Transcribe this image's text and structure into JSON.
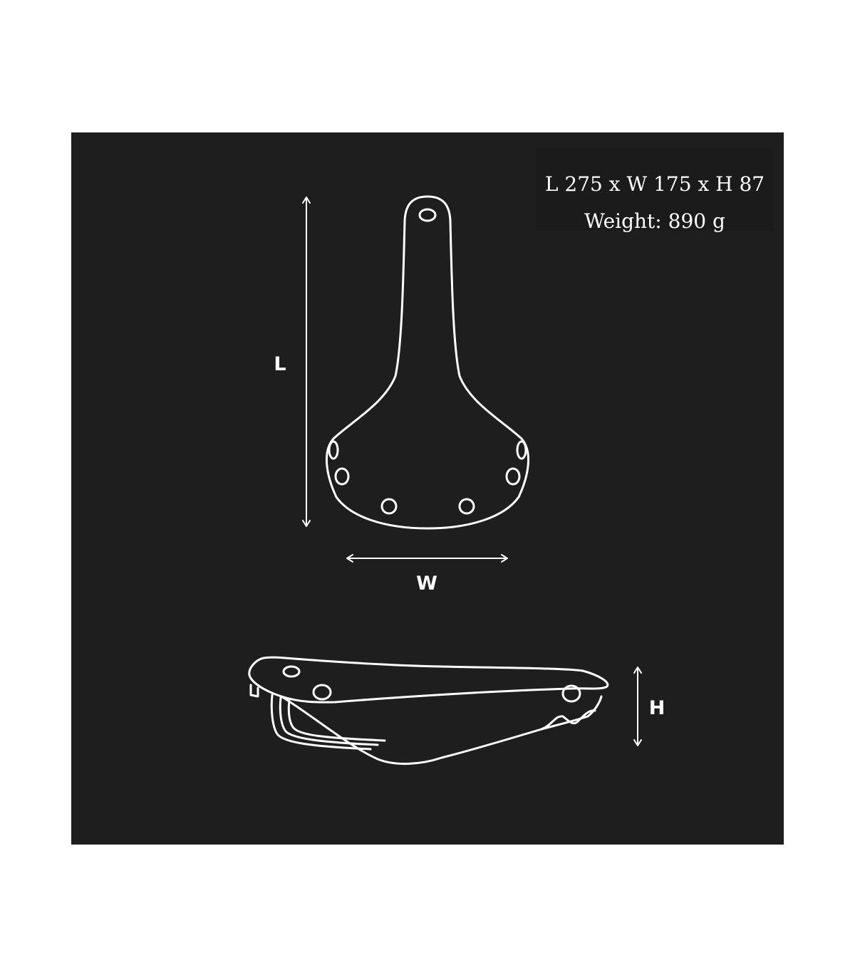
{
  "specs": {
    "dimensions": "L 275 x W 175 x H 87",
    "weight": "Weight: 890 g"
  },
  "labels": {
    "length": "L",
    "width": "W",
    "height": "H"
  },
  "colors": {
    "panel_background": "#1d1e1d",
    "line_color": "#ffffff"
  }
}
